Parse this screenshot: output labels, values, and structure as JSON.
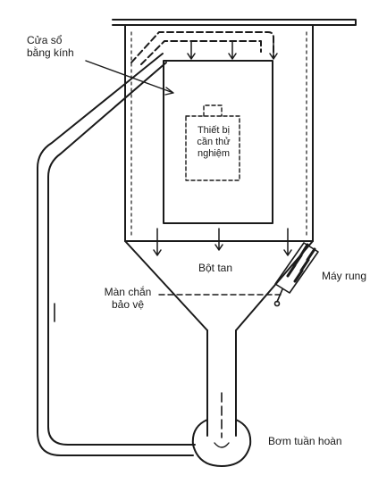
{
  "labels": {
    "glass_window": [
      "Cửa sổ",
      "bằng kính"
    ],
    "test_equipment": [
      "Thiết bị",
      "cần thử",
      "nghiệm"
    ],
    "dissolved_powder": "Bột tan",
    "vibrator": "Máy rung",
    "protective_screen": [
      "Màn chắn",
      "bảo vệ"
    ],
    "circulation_pump": "Bơm tuần hoàn"
  },
  "colors": {
    "ink": "#1a1a1a",
    "background": "#ffffff"
  }
}
